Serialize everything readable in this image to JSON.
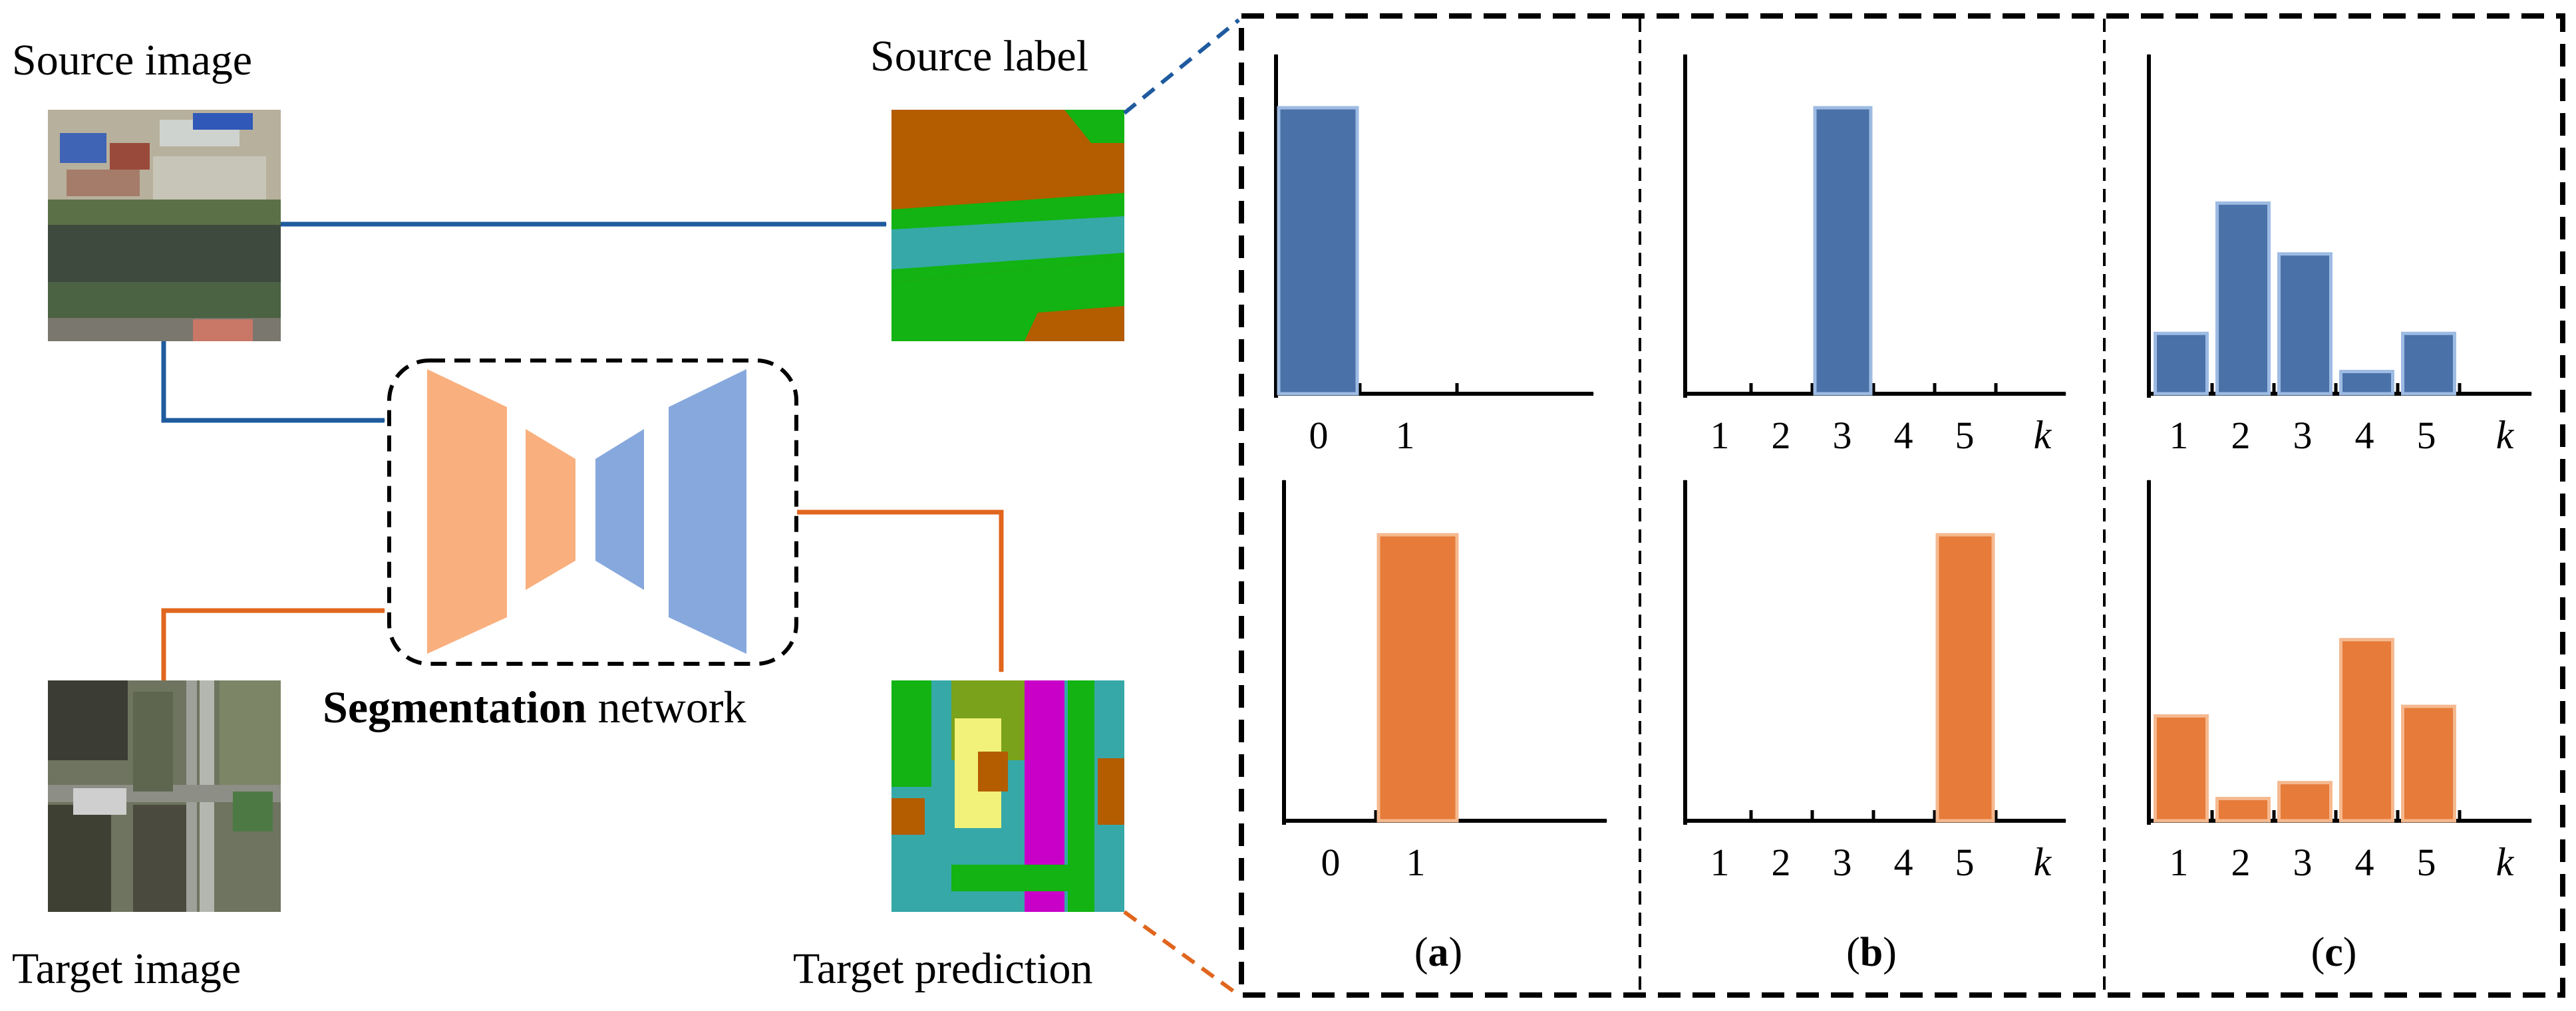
{
  "labels": {
    "source_image": "Source image",
    "source_label": "Source label",
    "target_image": "Target image",
    "target_prediction": "Target prediction",
    "network_bold": "Segmentation",
    "network_rest": " network"
  },
  "panels": [
    {
      "id": "a",
      "open": "(",
      "letter": "a",
      "close": ")"
    },
    {
      "id": "b",
      "open": "(",
      "letter": "b",
      "close": ")"
    },
    {
      "id": "c",
      "open": "(",
      "letter": "c",
      "close": ")"
    }
  ],
  "colors": {
    "source_blue": "#4a72a8",
    "target_orange": "#e67b3a",
    "arrow_blue": "#1f5b9e",
    "arrow_orange": "#e0661e",
    "encoder_orange": "#f9b07e",
    "decoder_blue": "#86a8dd",
    "label_brown": "#b35c00",
    "label_green": "#12b312",
    "label_cyan": "#36a8a8",
    "label_olive": "#7aa21a",
    "label_yellow": "#f2f27a",
    "label_magenta": "#c800c8"
  },
  "chart_data": [
    {
      "type": "bar",
      "panel": "a",
      "row": "source",
      "x": [
        0
      ],
      "values": [
        0.9
      ],
      "ticks": [
        "0",
        "1"
      ],
      "xlabel": ""
    },
    {
      "type": "bar",
      "panel": "a",
      "row": "target",
      "x": [
        1
      ],
      "values": [
        0.9
      ],
      "ticks": [
        "0",
        "1"
      ],
      "xlabel": ""
    },
    {
      "type": "bar",
      "panel": "b",
      "row": "source",
      "x": [
        3
      ],
      "values": [
        0.9
      ],
      "ticks": [
        "1",
        "2",
        "3",
        "4",
        "5"
      ],
      "xlabel": "k"
    },
    {
      "type": "bar",
      "panel": "b",
      "row": "target",
      "x": [
        5
      ],
      "values": [
        0.9
      ],
      "ticks": [
        "1",
        "2",
        "3",
        "4",
        "5"
      ],
      "xlabel": "k"
    },
    {
      "type": "bar",
      "panel": "c",
      "row": "source",
      "x": [
        1,
        2,
        3,
        4,
        5
      ],
      "values": [
        0.19,
        0.6,
        0.44,
        0.07,
        0.19
      ],
      "ticks": [
        "1",
        "2",
        "3",
        "4",
        "5"
      ],
      "xlabel": "k"
    },
    {
      "type": "bar",
      "panel": "c",
      "row": "target",
      "x": [
        1,
        2,
        3,
        4,
        5
      ],
      "values": [
        0.33,
        0.07,
        0.12,
        0.57,
        0.36
      ],
      "ticks": [
        "1",
        "2",
        "3",
        "4",
        "5"
      ],
      "xlabel": "k"
    }
  ]
}
